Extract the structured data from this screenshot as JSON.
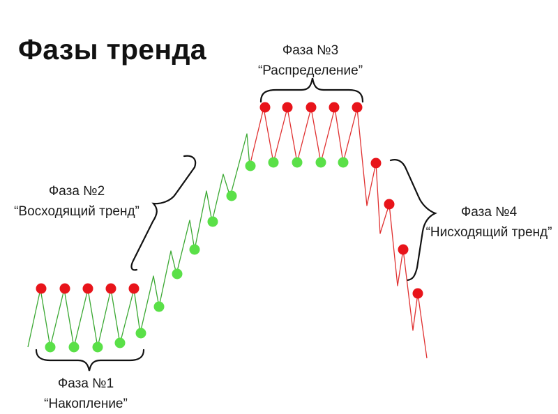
{
  "title": "Фазы тренда",
  "phases": [
    {
      "id": "p1",
      "name": "Фаза №1",
      "description": "“Накопление”",
      "color": "#3aa832"
    },
    {
      "id": "p2",
      "name": "Фаза №2",
      "description": "“Восходящий тренд”",
      "color": "#3aa832"
    },
    {
      "id": "p3",
      "name": "Фаза №3",
      "description": "“Распределение”",
      "color": "#e03030"
    },
    {
      "id": "p4",
      "name": "Фаза №4",
      "description": "“Нисходящий тренд”",
      "color": "#e03030"
    }
  ],
  "colors": {
    "up_line": "#3aa832",
    "down_line": "#e03030",
    "high_marker": "#e8141a",
    "low_marker": "#5ae048",
    "brace": "#111111"
  }
}
